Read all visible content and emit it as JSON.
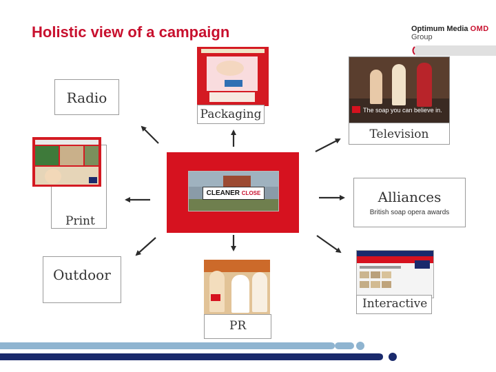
{
  "slide": {
    "title": "Holistic view of a campaign",
    "logo": {
      "line1": "Optimum Media",
      "brand": "OMD",
      "line2": "Group"
    }
  },
  "channels": {
    "radio": "Radio",
    "packaging": "Packaging",
    "television": "Television",
    "tv_caption": "The soap you can believe in.",
    "alliances": "Alliances",
    "alliances_sub": "British soap opera awards",
    "print": "Print",
    "outdoor": "Outdoor",
    "interactive": "Interactive",
    "pr": "PR"
  },
  "center": {
    "sign_text": "CLEANER",
    "sign_suffix": "CLOSE"
  },
  "colors": {
    "title": "#c8102e",
    "brand_red": "#d6121f",
    "footer_blue": "#1a2a6c"
  }
}
